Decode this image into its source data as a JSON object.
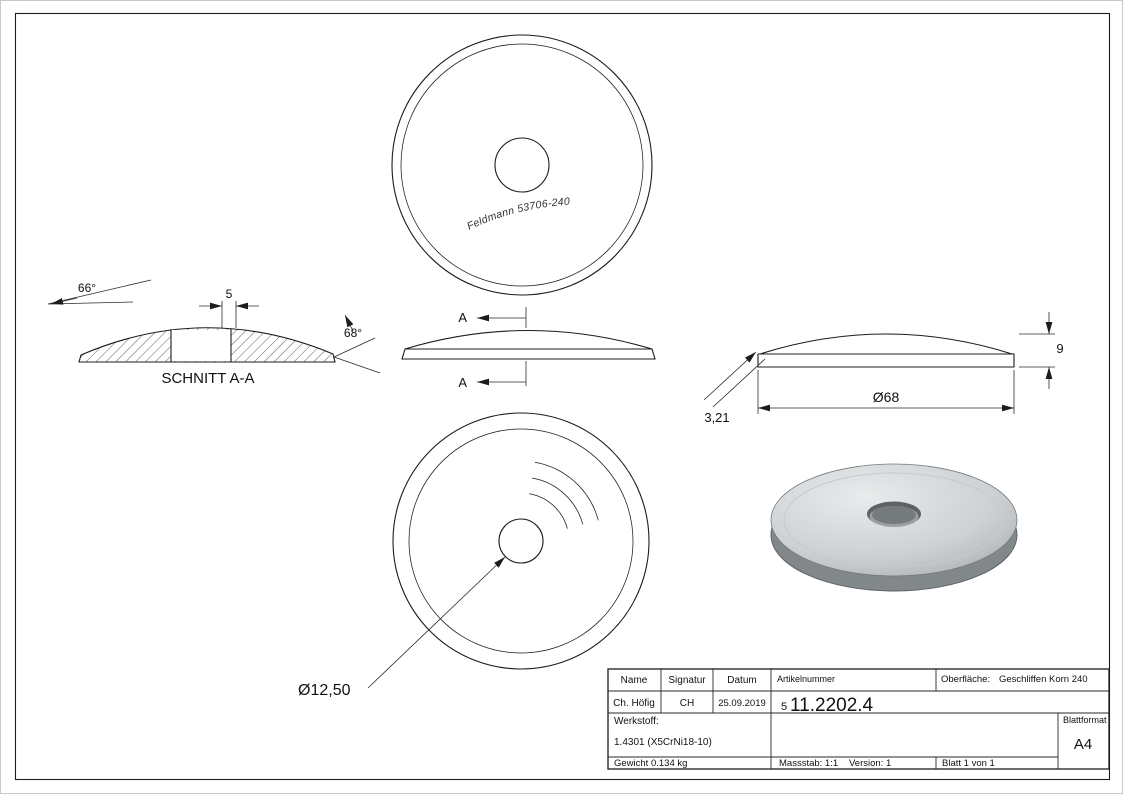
{
  "colors": {
    "line": "#1c1c1c",
    "iso_body_light": "#e9ebec",
    "iso_body_dark": "#9fa4a7",
    "iso_rim": "#82878a"
  },
  "views": {
    "top_view": {
      "engraving_text": "Feldmann 53706-240"
    },
    "section_view": {
      "label": "SCHNITT A-A",
      "dim_angle_left": "66°",
      "dim_width": "5",
      "dim_angle_right": "68°"
    },
    "front_view": {
      "section_marker_top": "A",
      "section_marker_bottom": "A"
    },
    "side_view": {
      "dim_height": "9",
      "dim_diameter": "Ø68",
      "dim_chamfer": "3,21"
    },
    "bottom_view": {
      "dim_hole": "Ø12,50"
    }
  },
  "title_block": {
    "name_label": "Name",
    "signature_label": "Signatur",
    "date_label": "Datum",
    "name_value": "Ch. Höfig",
    "signature_value": "CH",
    "date_value": "25.09.2019",
    "article_label": "Artikelnummer",
    "article_prefix": "5",
    "article_number": "11.2202.4",
    "surface_label": "Oberfläche:",
    "surface_value": "Geschliffen Korn 240",
    "material_label": "Werkstoff:",
    "material_value": "1.4301 (X5CrNi18-10)",
    "weight_text": "Gewicht 0.134 kg",
    "scale_text": "Massstab: 1:1",
    "version_text": "Version: 1",
    "sheet_text": "Blatt 1 von 1",
    "format_label": "Blattformat",
    "format_value": "A4"
  }
}
